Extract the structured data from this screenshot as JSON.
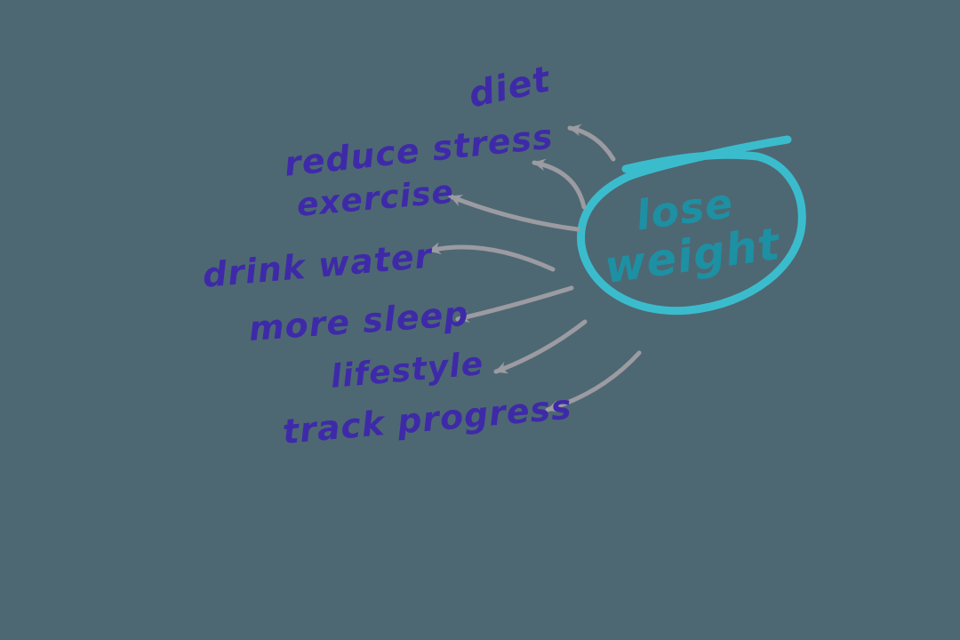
{
  "colors": {
    "background": "#4d6873",
    "branch_text": "#3e2aa8",
    "center_text": "#1e90a3",
    "center_circle": "#3bbccd",
    "arrow": "#9b9ba1"
  },
  "mindmap": {
    "center": {
      "line1": "lose",
      "line2": "weight"
    },
    "branches": [
      {
        "label": "diet"
      },
      {
        "label": "reduce stress"
      },
      {
        "label": "exercise"
      },
      {
        "label": "drink water"
      },
      {
        "label": "more sleep"
      },
      {
        "label": "lifestyle"
      },
      {
        "label": "track progress"
      }
    ]
  }
}
